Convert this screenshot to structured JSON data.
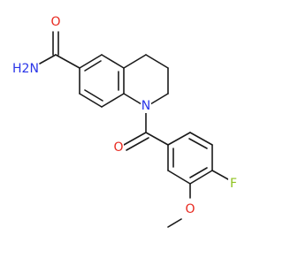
{
  "molecule": {
    "atoms": {
      "amide_oxygen": "O",
      "amide_nitrogen": "H2N",
      "ring_nitrogen": "N",
      "carbonyl_oxygen": "O",
      "fluorine": "F",
      "methoxy_oxygen": "O"
    },
    "colors": {
      "bond": "#1a1a1a",
      "oxygen": "#e8281e",
      "nitrogen": "#2a35e8",
      "fluorine": "#8fc31f"
    }
  }
}
